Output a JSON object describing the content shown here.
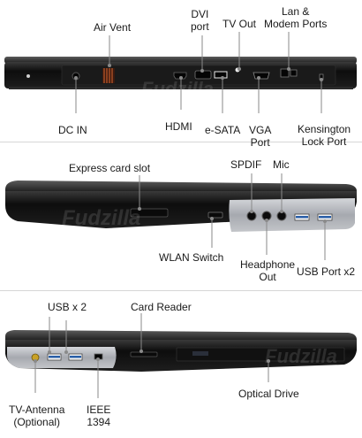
{
  "colors": {
    "leader": "#8a8a8a",
    "label_text": "#1a1a1a",
    "chassis_dark": "#141414",
    "chassis_silver": "#b9bcc2",
    "port_blue": "#2a5fa8",
    "antenna_gold": "#c9a227"
  },
  "panels": {
    "rear": {
      "air_vent": "Air Vent",
      "dvi_port_1": "DVI",
      "dvi_port_2": "port",
      "tv_out": "TV Out",
      "lan_modem_1": "Lan &",
      "lan_modem_2": "Modem Ports",
      "dc_in": "DC IN",
      "hdmi": "HDMI",
      "esata": "e-SATA",
      "vga_1": "VGA",
      "vga_2": "Port",
      "kensington_1": "Kensington",
      "kensington_2": "Lock Port"
    },
    "right": {
      "express_card": "Express card slot",
      "spdif": "SPDIF",
      "mic": "Mic",
      "wlan_switch": "WLAN Switch",
      "headphone_1": "Headphone",
      "headphone_2": "Out",
      "usb_x2": "USB Port x2"
    },
    "left": {
      "usb_x2": "USB x 2",
      "card_reader": "Card Reader",
      "optical_drive": "Optical Drive",
      "tv_antenna_1": "TV-Antenna",
      "tv_antenna_2": "(Optional)",
      "ieee_1": "IEEE",
      "ieee_2": "1394"
    }
  }
}
